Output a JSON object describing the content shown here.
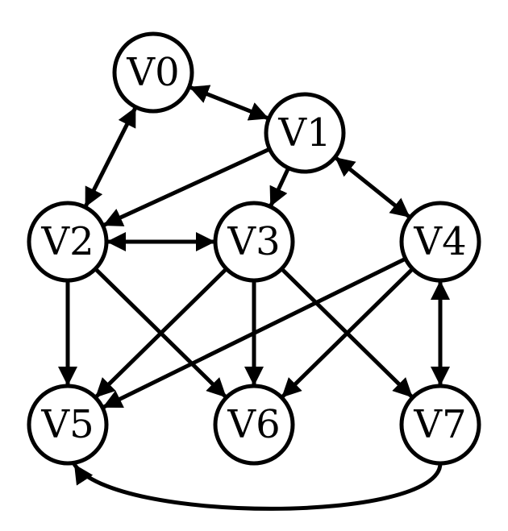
{
  "colors": {
    "stroke": "#000000",
    "node_fill": "#ffffff",
    "background": "#ffffff"
  },
  "graph": {
    "nodes": [
      {
        "id": "v0",
        "label": "V0"
      },
      {
        "id": "v1",
        "label": "V1"
      },
      {
        "id": "v2",
        "label": "V2"
      },
      {
        "id": "v3",
        "label": "V3"
      },
      {
        "id": "v4",
        "label": "V4"
      },
      {
        "id": "v5",
        "label": "V5"
      },
      {
        "id": "v6",
        "label": "V6"
      },
      {
        "id": "v7",
        "label": "V7"
      }
    ],
    "edges": [
      {
        "from": "v0",
        "to": "v1",
        "bidirectional": true
      },
      {
        "from": "v0",
        "to": "v2",
        "bidirectional": true
      },
      {
        "from": "v1",
        "to": "v2",
        "bidirectional": false
      },
      {
        "from": "v1",
        "to": "v3",
        "bidirectional": false
      },
      {
        "from": "v1",
        "to": "v4",
        "bidirectional": true
      },
      {
        "from": "v2",
        "to": "v3",
        "bidirectional": true
      },
      {
        "from": "v2",
        "to": "v5",
        "bidirectional": false
      },
      {
        "from": "v2",
        "to": "v6",
        "bidirectional": false
      },
      {
        "from": "v3",
        "to": "v5",
        "bidirectional": false
      },
      {
        "from": "v3",
        "to": "v6",
        "bidirectional": false
      },
      {
        "from": "v3",
        "to": "v7",
        "bidirectional": false
      },
      {
        "from": "v4",
        "to": "v5",
        "bidirectional": false
      },
      {
        "from": "v4",
        "to": "v6",
        "bidirectional": false
      },
      {
        "from": "v4",
        "to": "v7",
        "bidirectional": true
      },
      {
        "from": "v7",
        "to": "v5",
        "bidirectional": false
      }
    ]
  }
}
